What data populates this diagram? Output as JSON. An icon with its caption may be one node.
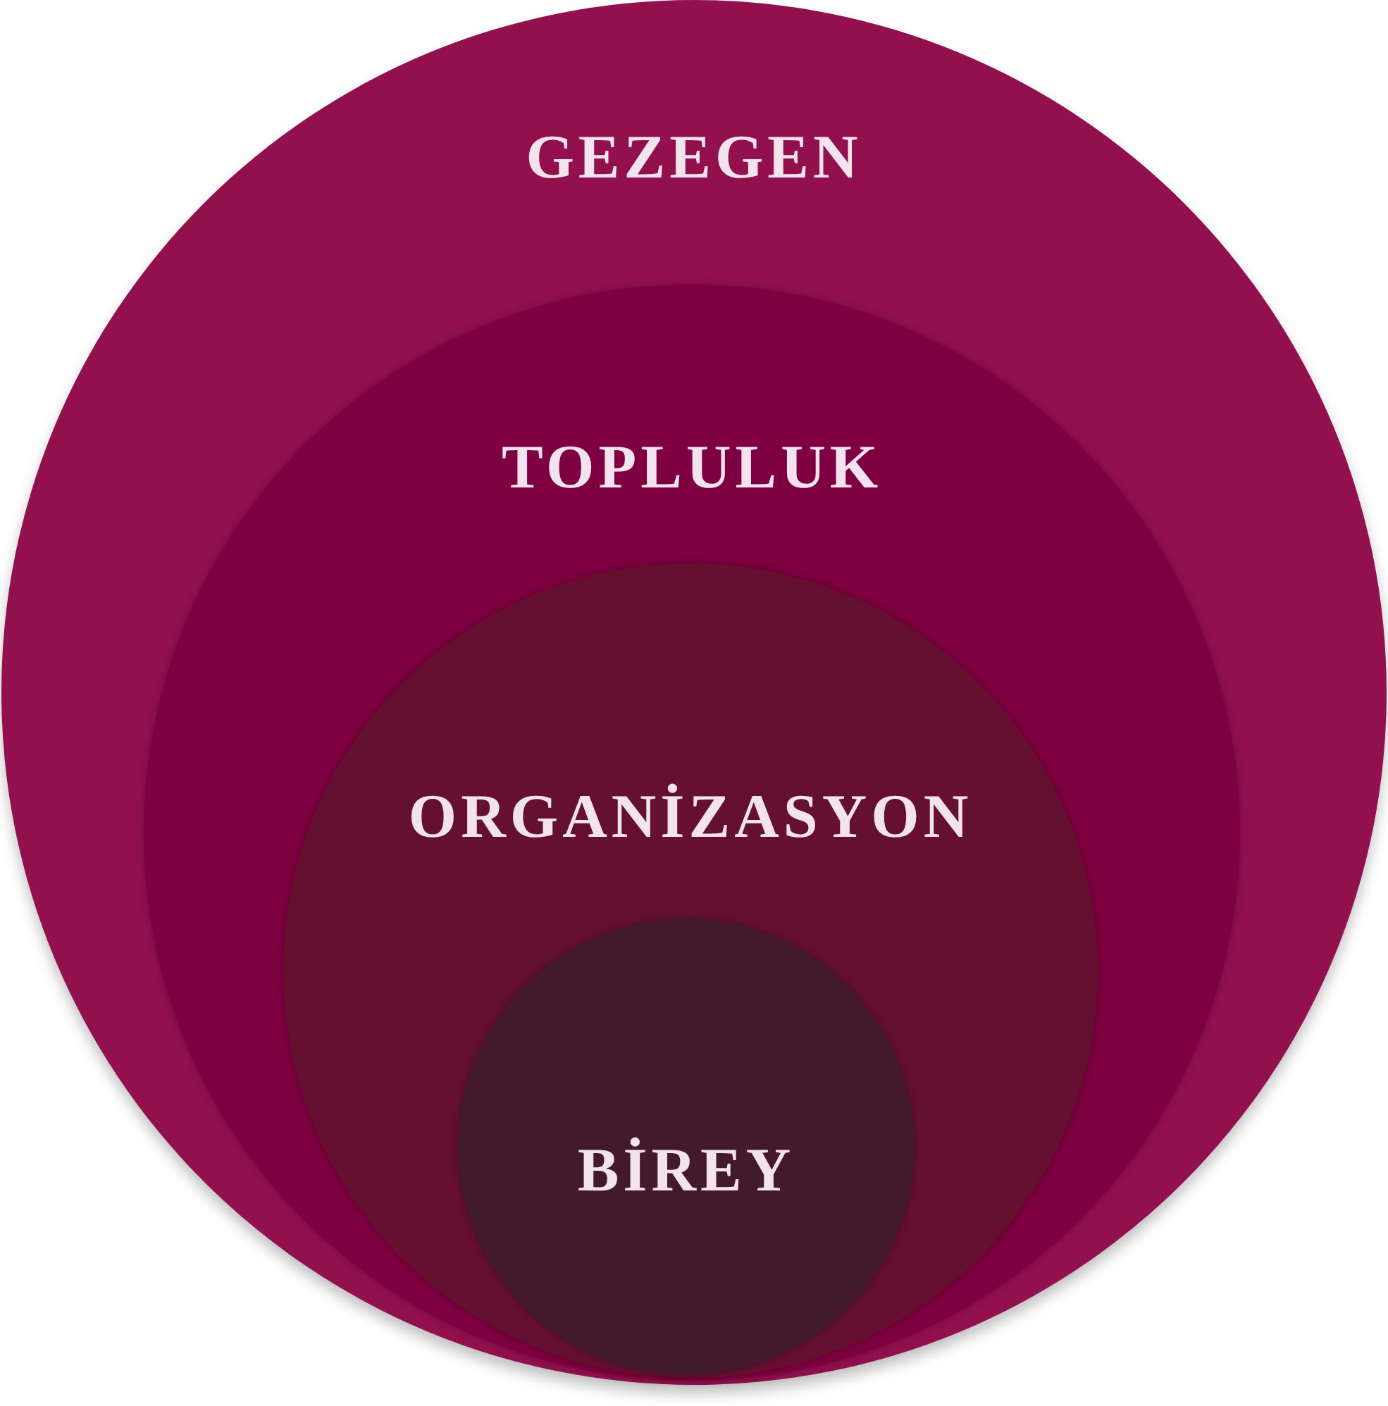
{
  "diagram": {
    "nodes": [
      {
        "text": [
          "GEZEGEN"
        ]
      },
      {
        "text": [
          "TOPLULUK"
        ],
        "in": 0
      },
      {
        "text": [
          "ORGANİZASYON"
        ],
        "in": 1
      },
      {
        "text": [
          "BİREY"
        ],
        "in": 2
      }
    ]
  }
}
